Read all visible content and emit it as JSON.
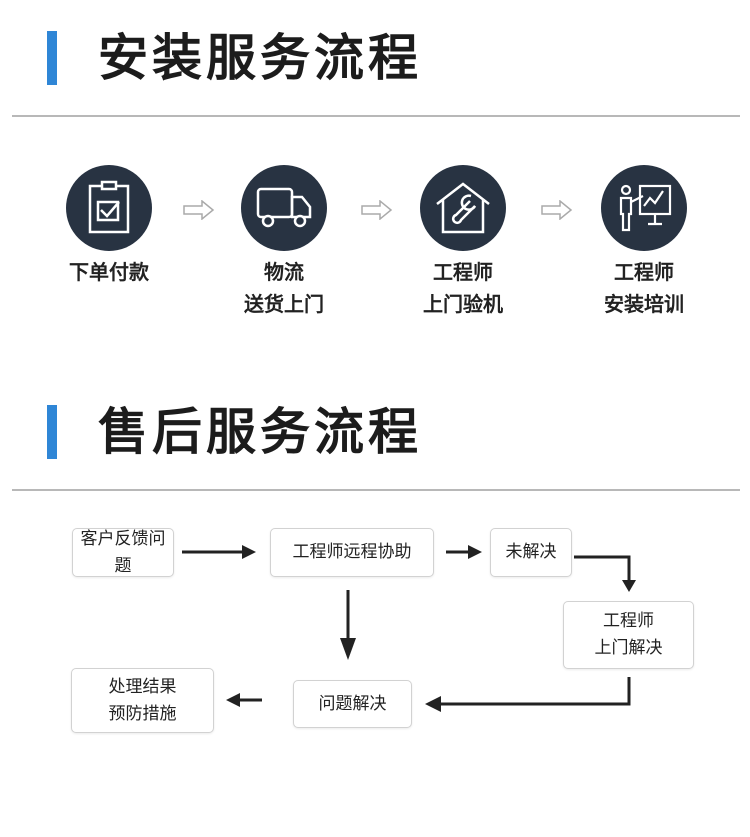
{
  "install_section": {
    "title": "安装服务流程",
    "steps": [
      {
        "icon": "clipboard-check-icon",
        "line1": "下单付款",
        "line2": ""
      },
      {
        "icon": "truck-icon",
        "line1": "物流",
        "line2": "送货上门"
      },
      {
        "icon": "house-wrench-icon",
        "line1": "工程师",
        "line2": "上门验机"
      },
      {
        "icon": "presentation-trainer-icon",
        "line1": "工程师",
        "line2": "安装培训"
      }
    ]
  },
  "aftersales_section": {
    "title": "售后服务流程",
    "nodes": {
      "feedback": {
        "line1": "客户反馈问题"
      },
      "remote": {
        "line1": "工程师远程协助"
      },
      "unresolved": {
        "line1": "未解决"
      },
      "onsite": {
        "line1": "工程师",
        "line2": "上门解决"
      },
      "resolved": {
        "line1": "问题解决"
      },
      "result": {
        "line1": "处理结果",
        "line2": "预防措施"
      }
    }
  },
  "colors": {
    "accent": "#2f86d6",
    "icon_bg": "#283342",
    "divider": "#b8b8b8"
  }
}
